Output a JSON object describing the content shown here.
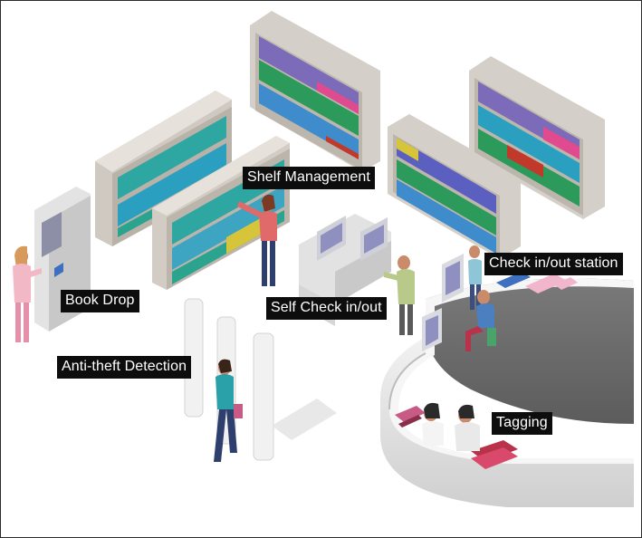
{
  "labels": {
    "shelf_management": "Shelf Management",
    "book_drop": "Book Drop",
    "self_check": "Self Check in/out",
    "check_station": "Check in/out station",
    "anti_theft": "Anti-theft Detection",
    "tagging": "Tagging"
  },
  "icons": {
    "bookshelf": "bookshelf-icon",
    "kiosk": "book-drop-kiosk-icon",
    "security_gate": "security-gate-icon",
    "computer": "computer-monitor-icon",
    "person": "person-icon",
    "service_desk": "service-desk-icon"
  },
  "colors": {
    "label_bg": "#0d0d0d",
    "label_text": "#ffffff",
    "shelf_frame": "#d4cfc8",
    "desk_top": "#6a6a6a",
    "desk_body": "#e6e6e6"
  }
}
